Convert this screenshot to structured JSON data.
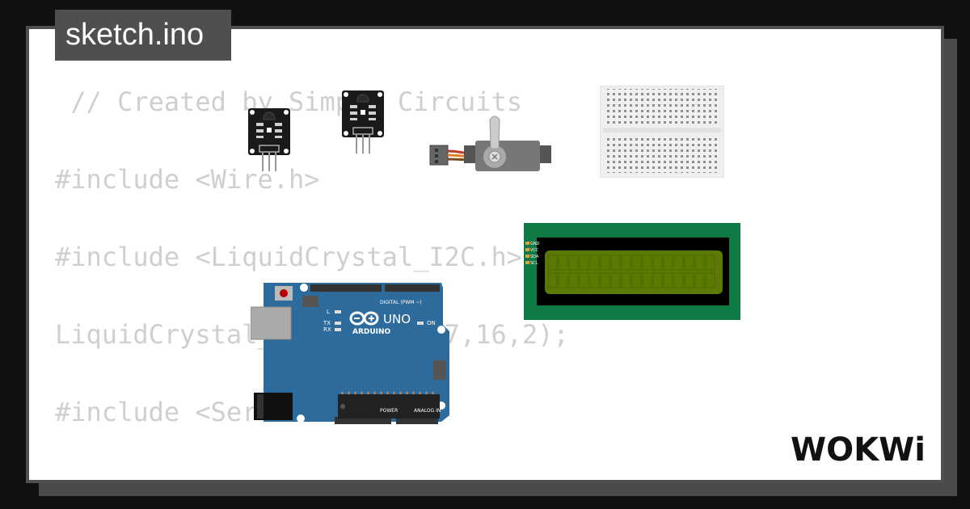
{
  "tab": {
    "filename": "sketch.ino"
  },
  "code": {
    "lines": [
      " // Created by Simple Circuits",
      "#include <Wire.h>",
      "#include <LiquidCrystal_I2C.h>",
      "LiquidCrystal_I2C lcd(0x27,16,2);",
      "#include <Servo.h>"
    ]
  },
  "components": {
    "lcd_pins": [
      "GND",
      "VCC",
      "SDA",
      "SCL"
    ],
    "arduino": {
      "brand": "ARDUINO",
      "model": "UNO",
      "digital_label": "DIGITAL (PWM ~)",
      "power_label": "POWER",
      "analog_label": "ANALOG IN",
      "on_label": "ON",
      "l_label": "L",
      "tx_label": "TX",
      "rx_label": "RX"
    }
  },
  "brand": {
    "name": "WOKWi"
  },
  "colors": {
    "background": "#111111",
    "card": "#ffffff",
    "tab": "#4f4f4f",
    "code_text": "#cfcfcf",
    "arduino_blue": "#2c6b9c",
    "lcd_green": "#0f7a44",
    "lcd_screen": "#5a7a00"
  }
}
